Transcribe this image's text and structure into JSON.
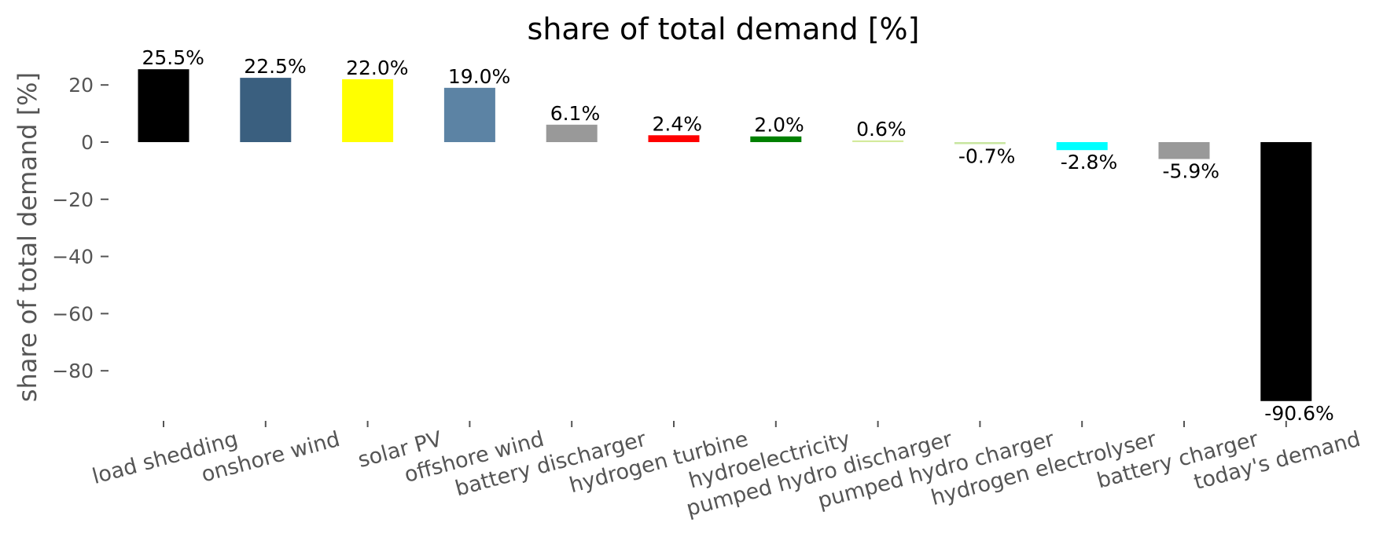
{
  "chart_data": {
    "type": "bar",
    "title": "share of total demand [%]",
    "xlabel": "",
    "ylabel": "share of total demand [%]",
    "ylim": [
      -93,
      31
    ],
    "yticks": [
      20,
      0,
      -20,
      -40,
      -60,
      -80
    ],
    "ytick_labels": [
      "20",
      "0",
      "−20",
      "−40",
      "−60",
      "−80"
    ],
    "grid": false,
    "categories": [
      "load shedding",
      "onshore wind",
      "solar PV",
      "offshore wind",
      "battery discharger",
      "hydrogen turbine",
      "hydroelectricity",
      "pumped hydro discharger",
      "pumped hydro charger",
      "hydrogen electrolyser",
      "battery charger",
      "today's demand"
    ],
    "values": [
      25.5,
      22.5,
      22.0,
      19.0,
      6.1,
      2.4,
      2.0,
      0.6,
      -0.7,
      -2.8,
      -5.9,
      -90.6
    ],
    "data_labels": [
      "25.5%",
      "22.5%",
      "22.0%",
      "19.0%",
      "6.1%",
      "2.4%",
      "2.0%",
      "0.6%",
      "-0.7%",
      "-2.8%",
      "-5.9%",
      "-90.6%"
    ],
    "colors": [
      "#000000",
      "#3a5f7f",
      "#ffff00",
      "#5c83a4",
      "#999999",
      "#ff0000",
      "#008000",
      "#d4ea9c",
      "#c8e6a0",
      "#00ffff",
      "#999999",
      "#000000"
    ]
  }
}
